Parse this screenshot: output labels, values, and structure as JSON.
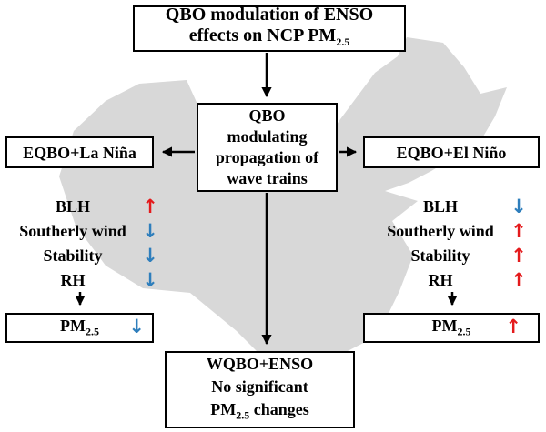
{
  "colors": {
    "map_fill": "#d8d8d8",
    "red_arrow": "#e41a1c",
    "blue_arrow": "#2e7ebc",
    "box_border": "#000000"
  },
  "top_box": {
    "line1": "QBO modulation of ENSO",
    "line2_text": "effects on NCP PM",
    "line2_sub": "2.5"
  },
  "center_box": {
    "line1": "QBO",
    "line2": "modulating",
    "line3": "propagation of",
    "line4": "wave trains"
  },
  "left_branch": {
    "header": "EQBO+La Niña",
    "factors": [
      {
        "label": "BLH",
        "arrow": "↑",
        "color": "#e41a1c"
      },
      {
        "label": "Southerly wind",
        "arrow": "↓",
        "color": "#2e7ebc"
      },
      {
        "label": "Stability",
        "arrow": "↓",
        "color": "#2e7ebc"
      },
      {
        "label": "RH",
        "arrow": "↓",
        "color": "#2e7ebc"
      }
    ],
    "result": {
      "text": "PM",
      "sub": "2.5",
      "arrow": "↓",
      "color": "#2e7ebc"
    }
  },
  "right_branch": {
    "header": "EQBO+El Niño",
    "factors": [
      {
        "label": "BLH",
        "arrow": "↓",
        "color": "#2e7ebc"
      },
      {
        "label": "Southerly wind",
        "arrow": "↑",
        "color": "#e41a1c"
      },
      {
        "label": "Stability",
        "arrow": "↑",
        "color": "#e41a1c"
      },
      {
        "label": "RH",
        "arrow": "↑",
        "color": "#e41a1c"
      }
    ],
    "result": {
      "text": "PM",
      "sub": "2.5",
      "arrow": "↑",
      "color": "#e41a1c"
    }
  },
  "bottom_box": {
    "line1": "WQBO+ENSO",
    "line2": "No significant",
    "line3_text": "PM",
    "line3_sub": "2.5",
    "line3_suffix": " changes"
  }
}
